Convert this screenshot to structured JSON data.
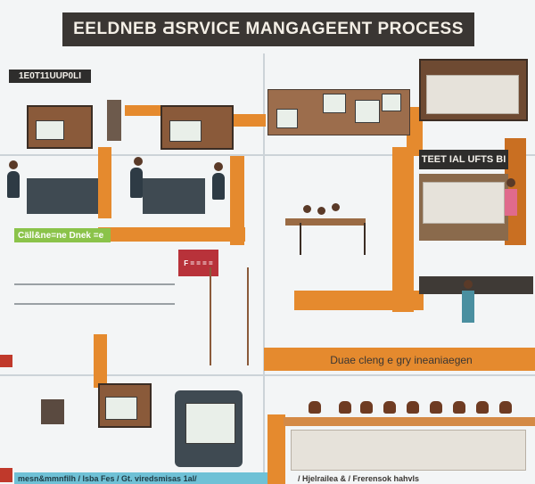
{
  "title": "EELDNEB ƋSRVICE MANGAGEENT PROCESS",
  "labels": {
    "top_left": "1E0T11UUP0LI",
    "right_mid": "TEET IAL UFTS BI",
    "green_banner": "Cäll&ne=ne Dnek =e",
    "sign": "F = = = =",
    "center_band": "Duae cleng e gry ineaniaegen",
    "bottom_left": "mesn&mmnfilh / lsba Fes / Gt. viredsmisas 1al/ ",
    "bottom_right": "/ Hjelrailea & / Frerensok hahvls"
  },
  "colors": {
    "pipe": "#e58a2e",
    "title_bg": "#3a3633",
    "green": "#8bc34a",
    "red_sign": "#b8323a",
    "teal_desk": "#3f4a52"
  }
}
